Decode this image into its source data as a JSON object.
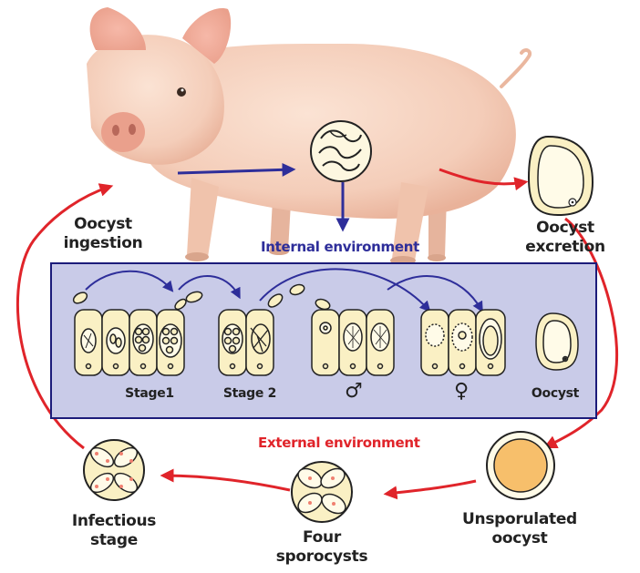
{
  "colors": {
    "internal": "#2e2e9a",
    "external": "#e0242a",
    "panel_fill": "#c9cbe8",
    "panel_border": "#1c1c7a",
    "cell_fill": "#faf0c4",
    "oocyst_fill": "#f7bf6b"
  },
  "labels": {
    "oocyst_ingestion": [
      "Oocyst",
      "ingestion"
    ],
    "oocyst_excretion": [
      "Oocyst",
      "excretion"
    ],
    "internal_environment": "Internal environment",
    "external_environment": "External environment",
    "infectious_stage": [
      "Infectious",
      "stage"
    ],
    "four_sporocysts": [
      "Four",
      "sporocysts"
    ],
    "unsporulated_oocyst": [
      "Unsporulated",
      "oocyst"
    ]
  },
  "stages": {
    "stage1": "Stage1",
    "stage2": "Stage 2",
    "male": "♂",
    "female": "♀",
    "oocyst": "Oocyst"
  },
  "icons": [
    "pig-illustration",
    "intestine-icon",
    "oocyst-icon",
    "unsporulated-oocyst-icon",
    "sporocysts-icon",
    "infectious-oocyst-icon"
  ]
}
